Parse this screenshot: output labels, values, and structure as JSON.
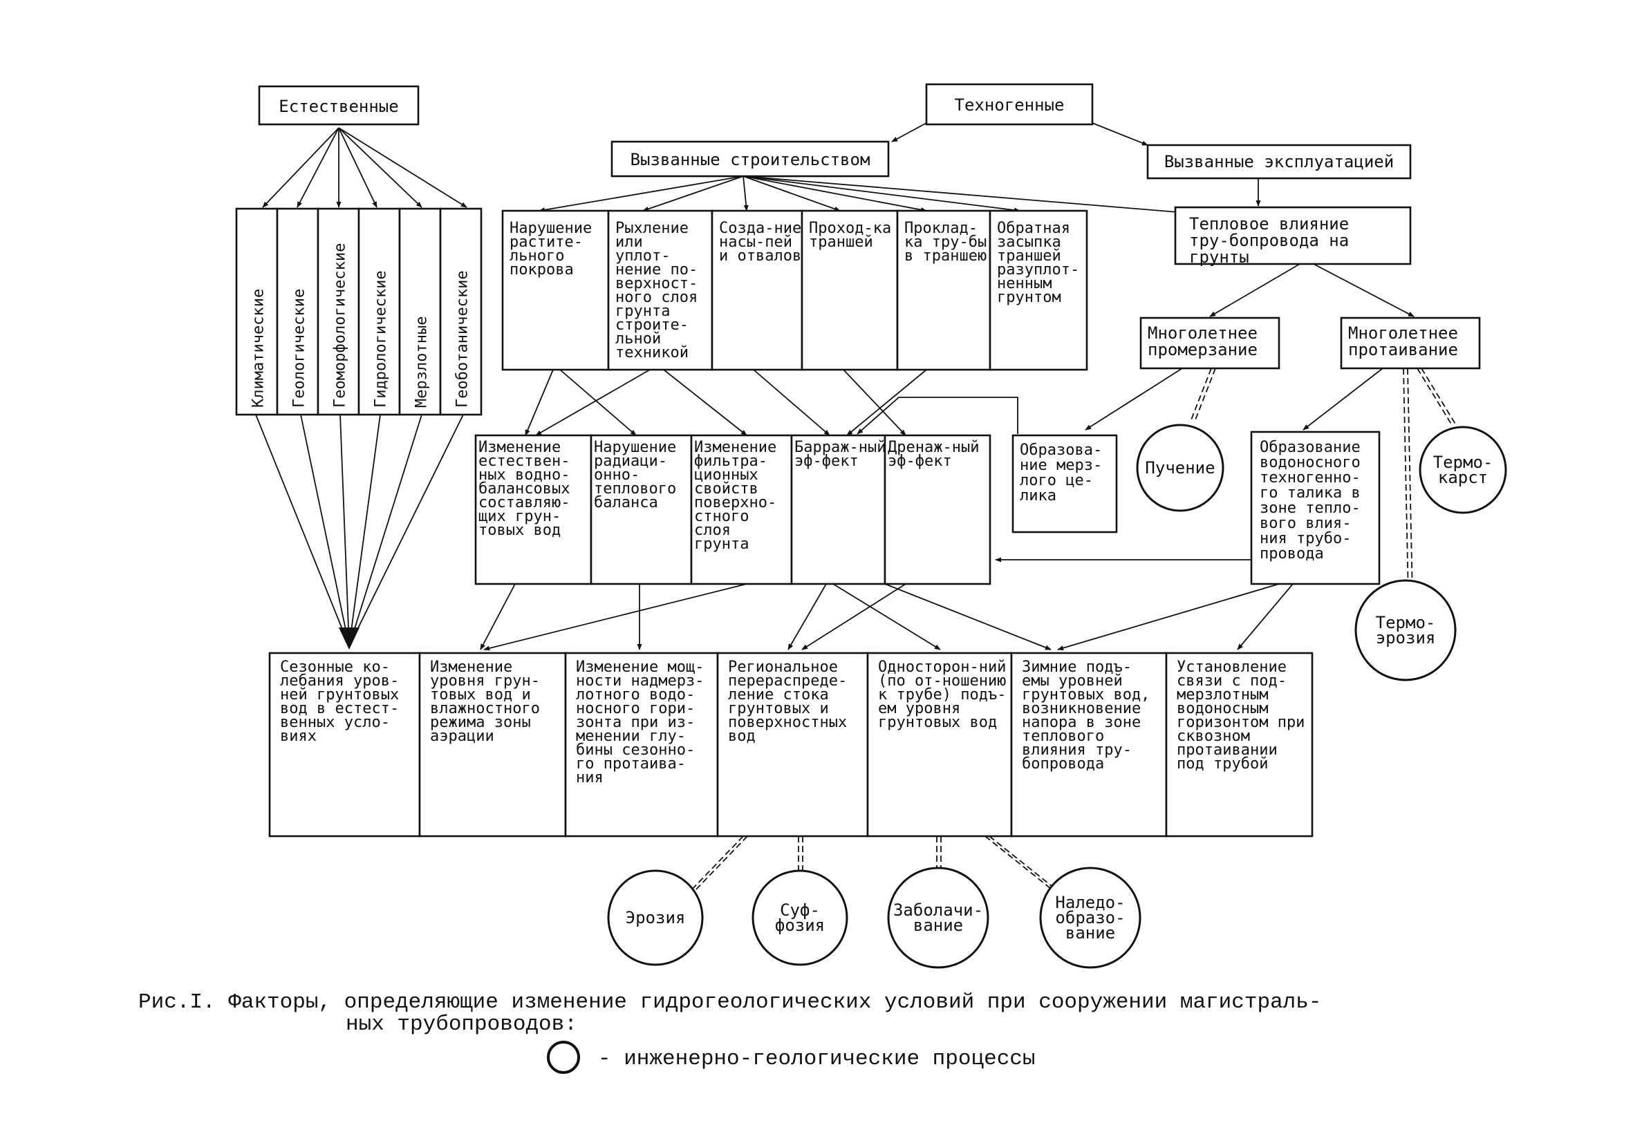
{
  "natural": "Естественные",
  "technogenic": "Техногенные",
  "by_construction": "Вызванные строительством",
  "by_operation": "Вызванные эксплуатацией",
  "natural_factors": [
    "Климатические",
    "Геологические",
    "Геоморфологические",
    "Гидрологические",
    "Мерзлотные",
    "Геоботанические"
  ],
  "construction_factors": [
    "Нарушение растите-льного покрова",
    "Рыхление или уплот-нение по-верхност-ного слоя грунта строите-льной техникой",
    "Созда-ние насы-пей и отвалов",
    "Проход-ка траншей",
    "Проклад-ка тру-бы в траншею",
    "Обратная засыпка траншей разуплот-ненным грунтом"
  ],
  "thermal_influence": "Тепловое влияние тру-бопровода на грунты",
  "freezing": "Многолетнее промерзание",
  "thawing": "Многолетнее протаивание",
  "effects": [
    "Изменение естествен-ных водно-балансовых составляю-щих грун-товых вод",
    "Нарушение радиаци-онно-теплового баланса",
    "Изменение фильтра-ционных свойств поверхно-стного слоя грунта",
    "Барраж-ный эф-фект",
    "Дренаж-ный эф-фект"
  ],
  "frozen_pillar": "Образова-ние мерз-лого це-лика",
  "talik": "Образование водоносного техногенно-го талика в зоне тепло-вого влия-ния трубо-провода",
  "outcomes": [
    "Сезонные ко-лебания уров-ней грунтовых вод в естест-венных усло-виях",
    "Изменение уровня грун-товых вод и влажностного режима зоны аэрации",
    "Изменение мощ-ности надмерз-лотного водо-носного гори-зонта при из-менении глу-бины сезонно-го протаива-ния",
    "Региональное перераспреде-ление стока грунтовых и поверхностных вод",
    "Односторон-ний (по от-ношению к трубе) подъ-ем уровня грунтовых вод",
    "Зимние подъ-емы уровней грунтовых вод, возникновение напора в зоне теплового влияния тру-бопровода",
    "Установление связи с под-мерзлотным водоносным горизонтом при сквозном протаивании под трубой"
  ],
  "processes": {
    "heaving": "Пучение",
    "thermokarst": "Термо-карст",
    "thermoerosion": "Термо-эрозия",
    "erosion": "Эрозия",
    "suffosion": "Суф-фозия",
    "swamping": "Заболачи-вание",
    "icing": "Наледо-образо-вание"
  },
  "caption": {
    "line1": "Рис.I. Факторы, определяющие изменение гидрогеологических условий при сооружении магистраль-",
    "line2": "ных трубопроводов:",
    "legend": "- инженерно-геологические процессы"
  }
}
